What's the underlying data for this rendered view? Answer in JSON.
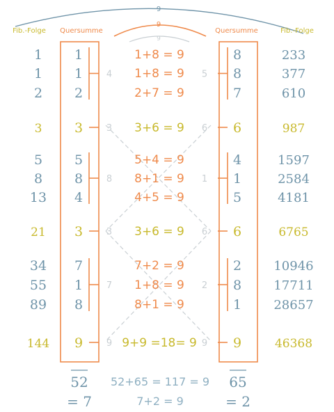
{
  "colors": {
    "blue": "#6e93a8",
    "orange": "#ef8a4b",
    "yellow": "#c8b92c",
    "gray": "#c9cfd3",
    "box": "#ef8a4b"
  },
  "headers": {
    "fib_left": "Fib.-Folge",
    "qs_left": "Quersumme",
    "qs_right": "Quersumme",
    "fib_right": "Fib.-Folge"
  },
  "arcs": {
    "outer": "9",
    "middle": "9",
    "inner": "9"
  },
  "rows": [
    {
      "fib_l": "1",
      "qs_l": "1",
      "eq": "1+8 = 9",
      "qs_r": "8",
      "fib_r": "233"
    },
    {
      "fib_l": "1",
      "qs_l": "1",
      "eq": "1+8 = 9",
      "qs_r": "8",
      "fib_r": "377"
    },
    {
      "fib_l": "2",
      "qs_l": "2",
      "eq": "2+7 = 9",
      "qs_r": "7",
      "fib_r": "610"
    },
    {
      "fib_l": "3",
      "qs_l": "3",
      "eq": "3+6 = 9",
      "qs_r": "6",
      "fib_r": "987"
    },
    {
      "fib_l": "5",
      "qs_l": "5",
      "eq": "5+4 = 9",
      "qs_r": "4",
      "fib_r": "1597"
    },
    {
      "fib_l": "8",
      "qs_l": "8",
      "eq": "8+1 = 9",
      "qs_r": "1",
      "fib_r": "2584"
    },
    {
      "fib_l": "13",
      "qs_l": "4",
      "eq": "4+5 = 9",
      "qs_r": "5",
      "fib_r": "4181"
    },
    {
      "fib_l": "21",
      "qs_l": "3",
      "eq": "3+6 = 9",
      "qs_r": "6",
      "fib_r": "6765"
    },
    {
      "fib_l": "34",
      "qs_l": "7",
      "eq": "7+2 = 9",
      "qs_r": "2",
      "fib_r": "10946"
    },
    {
      "fib_l": "55",
      "qs_l": "1",
      "eq": "1+8 = 9",
      "qs_r": "8",
      "fib_r": "17711"
    },
    {
      "fib_l": "89",
      "qs_l": "8",
      "eq": "8+1 = 9",
      "qs_r": "1",
      "fib_r": "28657"
    },
    {
      "fib_l": "144",
      "qs_l": "9",
      "eq": "9+9 =18= 9",
      "qs_r": "9",
      "fib_r": "46368"
    }
  ],
  "groups_left": [
    {
      "label": "4",
      "from_row": 0,
      "to_row": 2
    },
    {
      "label": "3",
      "from_row": 3,
      "to_row": 3
    },
    {
      "label": "8",
      "from_row": 4,
      "to_row": 6
    },
    {
      "label": "3",
      "from_row": 7,
      "to_row": 7
    },
    {
      "label": "7",
      "from_row": 8,
      "to_row": 10
    },
    {
      "label": "9",
      "from_row": 11,
      "to_row": 11
    }
  ],
  "groups_right": [
    {
      "label": "5",
      "from_row": 0,
      "to_row": 2
    },
    {
      "label": "6",
      "from_row": 3,
      "to_row": 3
    },
    {
      "label": "1",
      "from_row": 4,
      "to_row": 6
    },
    {
      "label": "6",
      "from_row": 7,
      "to_row": 7
    },
    {
      "label": "2",
      "from_row": 8,
      "to_row": 10
    },
    {
      "label": "9",
      "from_row": 11,
      "to_row": 11
    }
  ],
  "footer": {
    "sum_left": "52",
    "sum_left_result": "= 7",
    "center_eq1": "52+65 = 117 = 9",
    "center_eq2": "7+2 = 9",
    "sum_right": "65",
    "sum_right_result": "= 2"
  }
}
